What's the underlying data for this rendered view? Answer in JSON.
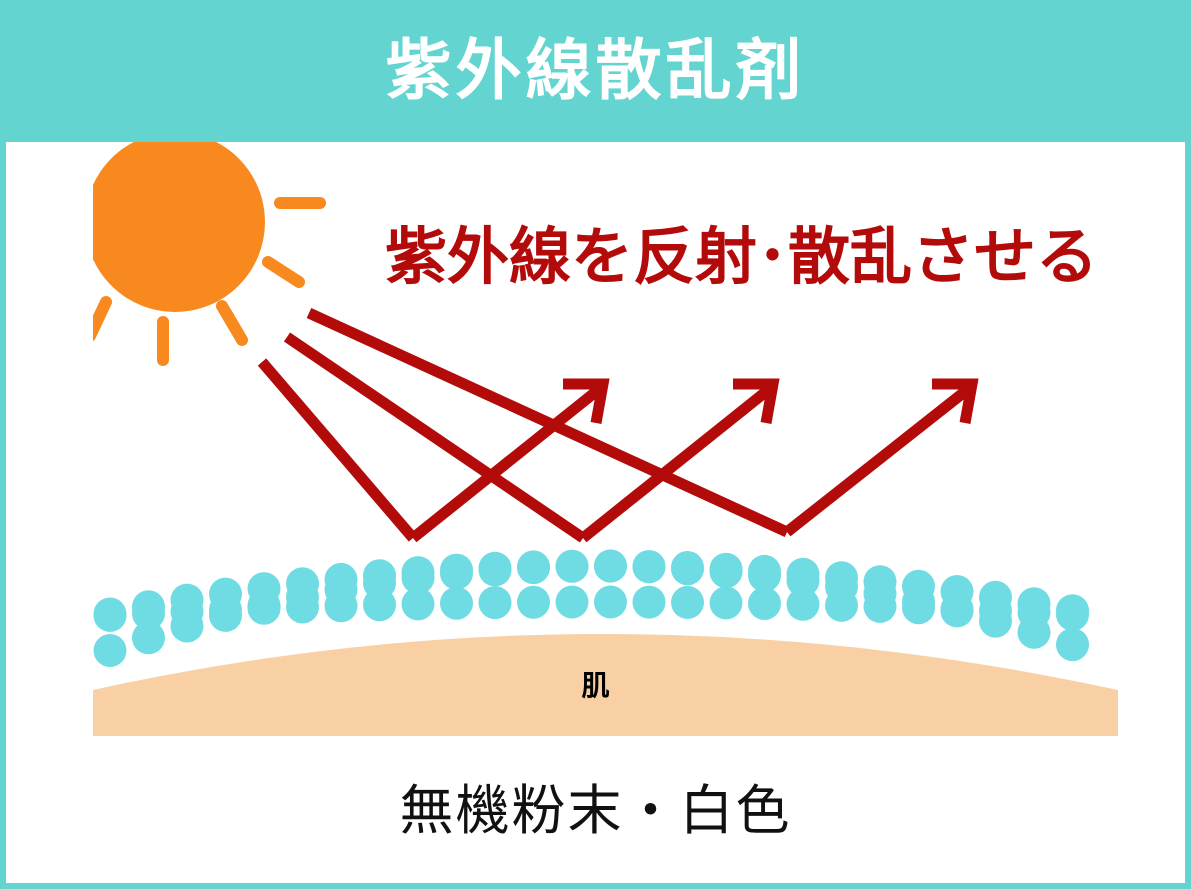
{
  "header": {
    "title": "紫外線散乱剤"
  },
  "diagram": {
    "headline": "紫外線を反射･散乱させる",
    "skin_label": "肌",
    "caption": "無機粉末・白色"
  },
  "icons": {
    "sun": "sun-icon",
    "rays": "uv-ray-arrows",
    "particles": "powder-particles"
  },
  "colors": {
    "frame": "#63d4d0",
    "header_text": "#ffffff",
    "headline": "#b30a0a",
    "ray": "#b30a0a",
    "sun": "#f7891f",
    "particle": "#6fdbe3",
    "skin": "#f8d0a4"
  }
}
